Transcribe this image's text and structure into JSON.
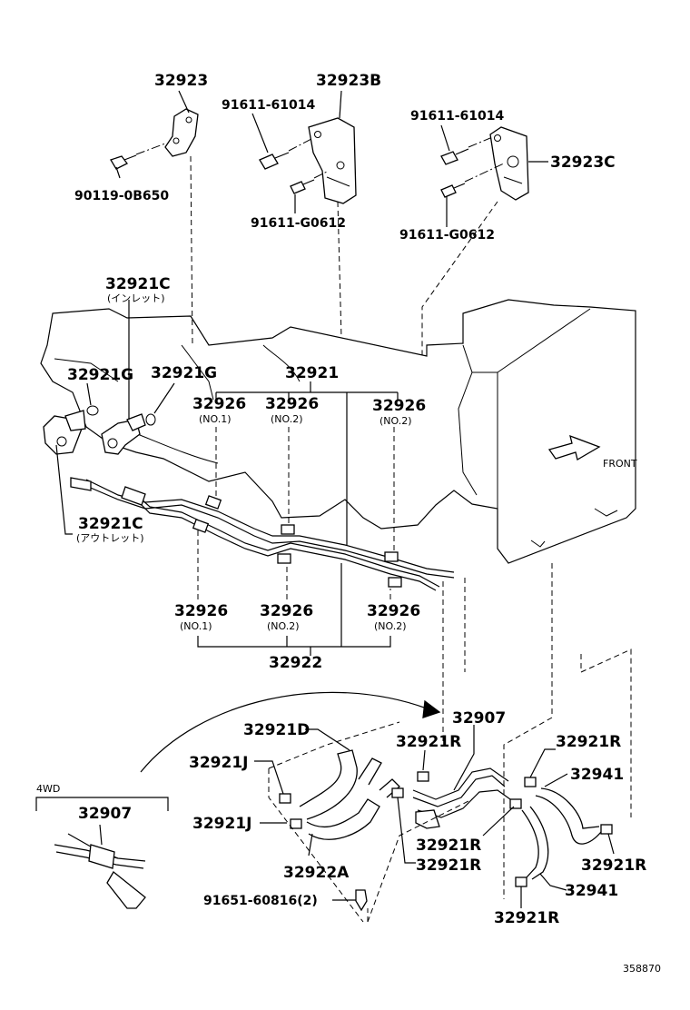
{
  "diagram": {
    "labels": {
      "p32923": "32923",
      "p32923B": "32923B",
      "p9161161014a": "91611-61014",
      "p9161161014b": "91611-61014",
      "p32923C": "32923C",
      "p90119": "90119-0B650",
      "p91611G0612a": "91611-G0612",
      "p91611G0612b": "91611-G0612",
      "p32921C_in": "32921C",
      "p32921C_in_sub": "(インレット)",
      "p32921G_a": "32921G",
      "p32921G_b": "32921G",
      "p32921": "32921",
      "p32926_t1": "32926",
      "p32926_t1_sub": "(NO.1)",
      "p32926_t2": "32926",
      "p32926_t2_sub": "(NO.2)",
      "p32926_t3": "32926",
      "p32926_t3_sub": "(NO.2)",
      "front": "FRONT",
      "p32921C_out": "32921C",
      "p32921C_out_sub": "(アウトレット)",
      "p32926_b1": "32926",
      "p32926_b1_sub": "(NO.1)",
      "p32926_b2": "32926",
      "p32926_b2_sub": "(NO.2)",
      "p32926_b3": "32926",
      "p32926_b3_sub": "(NO.2)",
      "p32922": "32922",
      "p32907_main": "32907",
      "p32921D": "32921D",
      "p32921R_a": "32921R",
      "p32921R_b": "32921R",
      "p32941_a": "32941",
      "p32921J_a": "32921J",
      "p32921J_b": "32921J",
      "p32921R_c": "32921R",
      "p32921R_d": "32921R",
      "p32921R_e": "32921R",
      "p32922A": "32922A",
      "p32941_b": "32941",
      "p32921R_f": "32921R",
      "p9165160816": "91651-60816(2)",
      "fourwd": "4WD",
      "p32907_4wd": "32907",
      "catalog": "358870"
    }
  }
}
